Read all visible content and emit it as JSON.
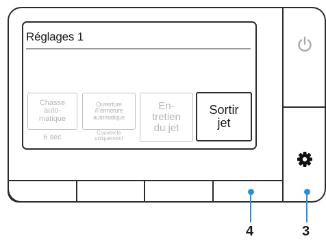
{
  "screen": {
    "title": "Réglages 1",
    "options": [
      {
        "label": "Chasse\nauto-\nmatique",
        "sub": "6 sec"
      },
      {
        "label": "Ouverture\n/Fermeture\nautomatique",
        "sub": "Couvercle\nuniquement"
      },
      {
        "label": "En-\ntretien\ndu jet"
      },
      {
        "label": "Sortir\njet"
      }
    ]
  },
  "side_buttons": {
    "top_icon": "power-icon",
    "bottom_icon": "gear-icon"
  },
  "callouts": [
    {
      "label": "4"
    },
    {
      "label": "3"
    }
  ],
  "colors": {
    "callout": "#2a8fd6",
    "outline": "#2b2b2b",
    "disabled_text": "#b5b5b5"
  }
}
